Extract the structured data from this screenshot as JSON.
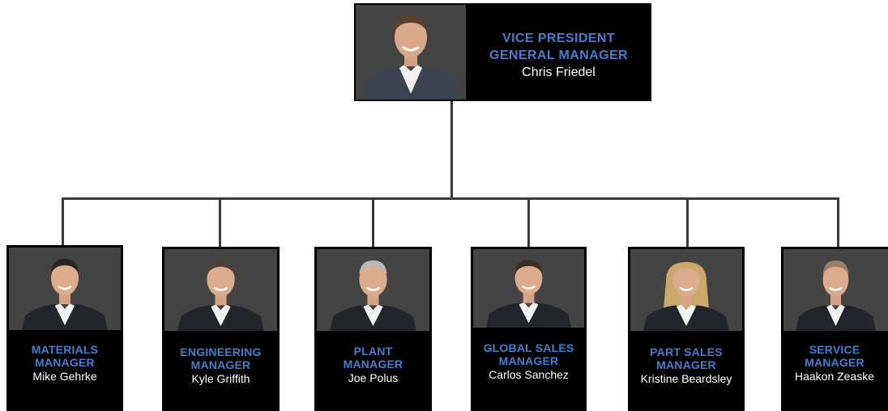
{
  "top": {
    "title_lines": [
      "VICE PRESIDENT",
      "GENERAL MANAGER"
    ],
    "name": "Chris Friedel",
    "hair": "#5a4030"
  },
  "reports": [
    {
      "title_lines": [
        "MATERIALS",
        "MANAGER"
      ],
      "name": "Mike Gehrke",
      "hair": "#2a2420"
    },
    {
      "title_lines": [
        "ENGINEERING",
        "MANAGER"
      ],
      "name": "Kyle Griffith",
      "hair": "#4a4038"
    },
    {
      "title_lines": [
        "PLANT",
        "MANAGER"
      ],
      "name": "Joe Polus",
      "hair": "#b8b8b4"
    },
    {
      "title_lines": [
        "GLOBAL SALES",
        "MANAGER"
      ],
      "name": "Carlos Sanchez",
      "hair": "#3e2c22"
    },
    {
      "title_lines": [
        "PART SALES",
        "MANAGER"
      ],
      "name": "Kristine Beardsley",
      "hair": "#c9a86a"
    },
    {
      "title_lines": [
        "SERVICE",
        "MANAGER"
      ],
      "name": "Haakon Zeaske",
      "hair": "#9a7e6a"
    }
  ],
  "colors": {
    "title": "#3f7fd0",
    "name": "#ffffff",
    "card": "#000000",
    "connector": "#3a3a3a"
  }
}
